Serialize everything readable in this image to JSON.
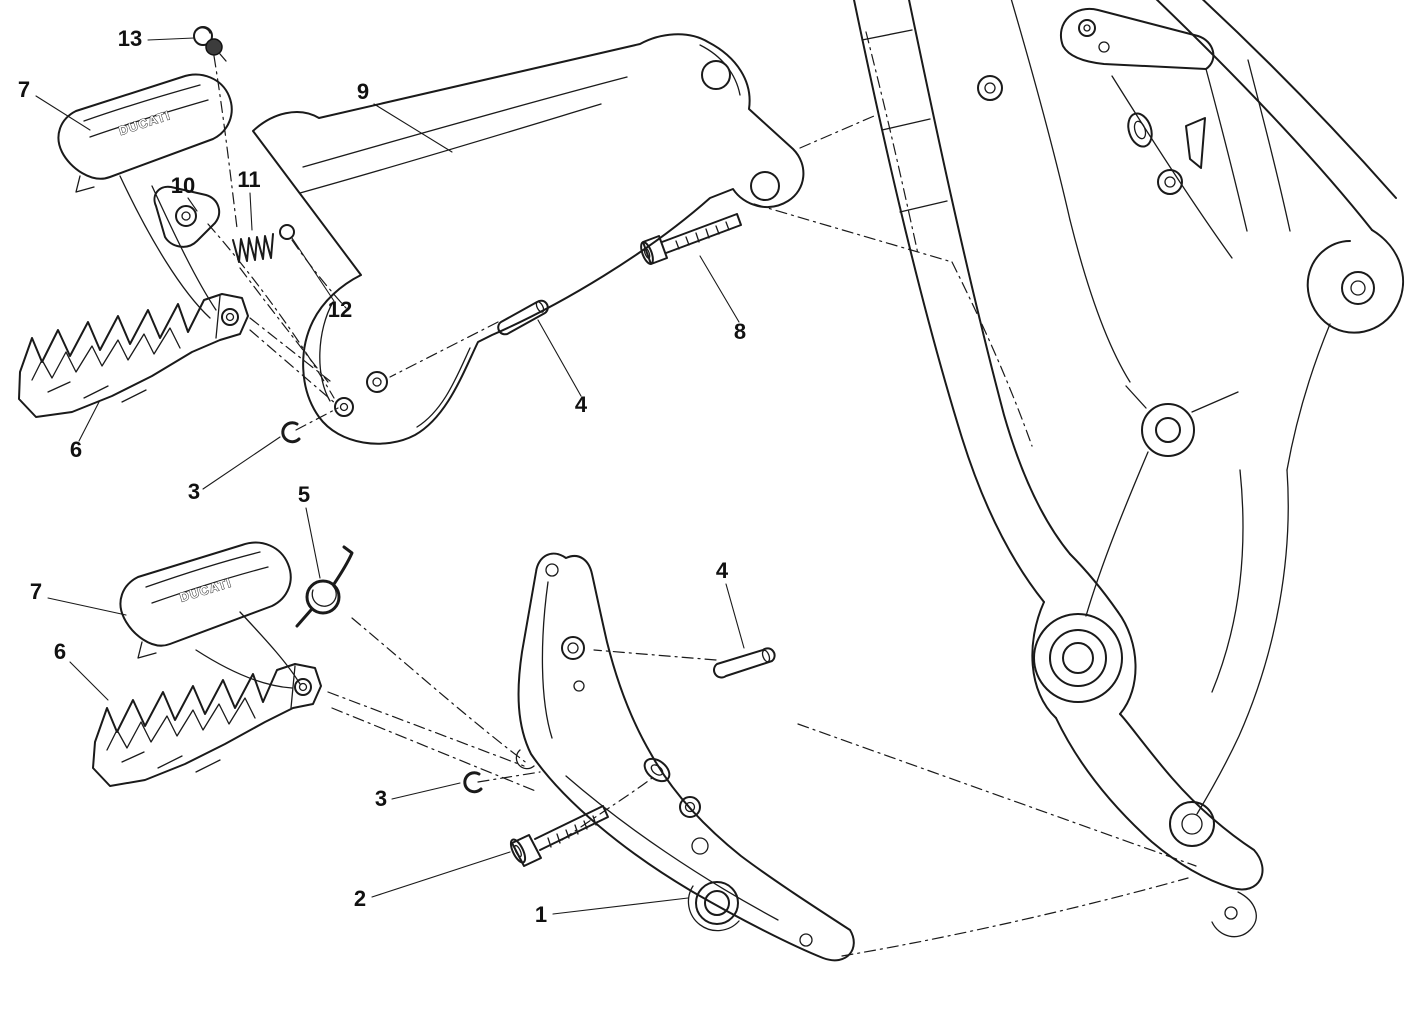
{
  "page": {
    "background": "#ffffff",
    "line_color": "#1a1a1a"
  },
  "brand_text": "DUCATI",
  "callouts": [
    {
      "label": "13"
    },
    {
      "label": "7"
    },
    {
      "label": "9"
    },
    {
      "label": "10"
    },
    {
      "label": "11"
    },
    {
      "label": "12"
    },
    {
      "label": "6"
    },
    {
      "label": "3"
    },
    {
      "label": "4"
    },
    {
      "label": "8"
    },
    {
      "label": "5"
    },
    {
      "label": "7"
    },
    {
      "label": "6"
    },
    {
      "label": "4"
    },
    {
      "label": "3"
    },
    {
      "label": "2"
    },
    {
      "label": "1"
    }
  ]
}
